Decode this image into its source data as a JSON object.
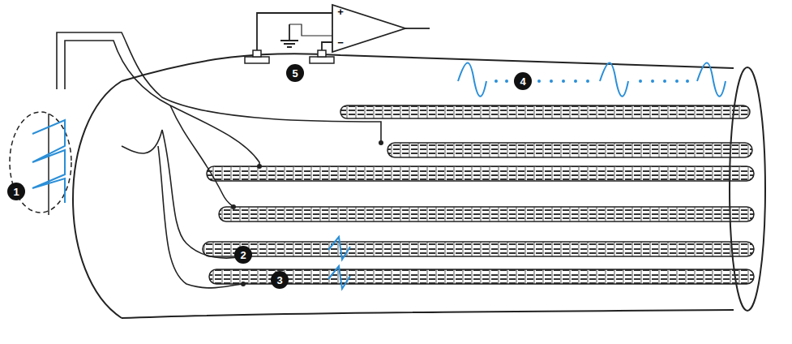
{
  "diagram": {
    "labels": [
      "1",
      "2",
      "3",
      "4",
      "5",
      "+",
      "−"
    ]
  }
}
